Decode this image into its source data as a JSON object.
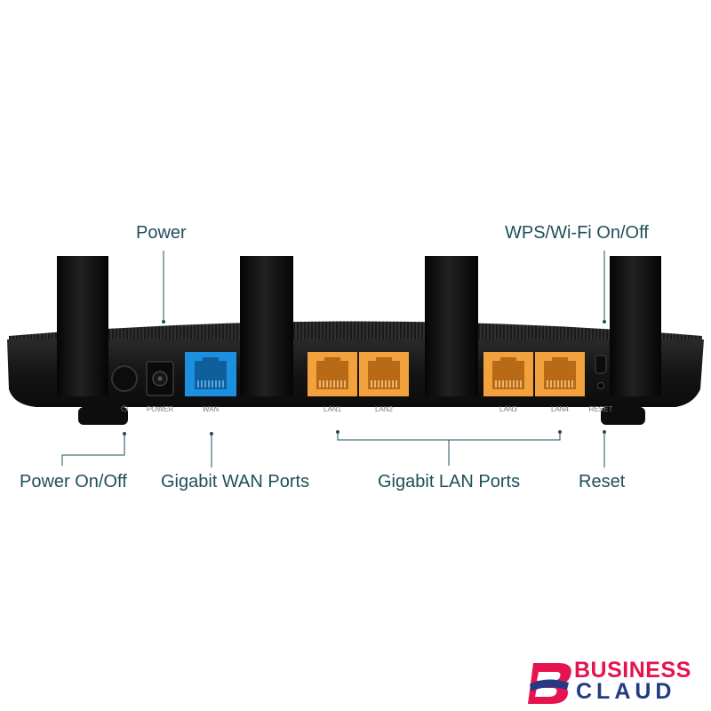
{
  "callouts": {
    "power": "Power",
    "wps_wifi": "WPS/Wi-Fi On/Off",
    "power_onoff": "Power On/Off",
    "wan_ports": "Gigabit WAN Ports",
    "lan_ports": "Gigabit LAN Ports",
    "reset": "Reset"
  },
  "port_labels": {
    "power_symbol": "⏻",
    "power": "POWER",
    "wan": "WAN",
    "lan1": "LAN1",
    "lan2": "LAN2",
    "lan3": "LAN3",
    "lan4": "LAN4",
    "reset": "RESET"
  },
  "logo": {
    "line1": "BUSINESS",
    "line2": "CLAUD"
  },
  "colors": {
    "callout_text": "#1e4f58",
    "router_body": "#161616",
    "wan_port": "#1c8fe0",
    "lan_port": "#f2a13c",
    "logo_pink": "#e5134f",
    "logo_navy": "#243a85"
  }
}
